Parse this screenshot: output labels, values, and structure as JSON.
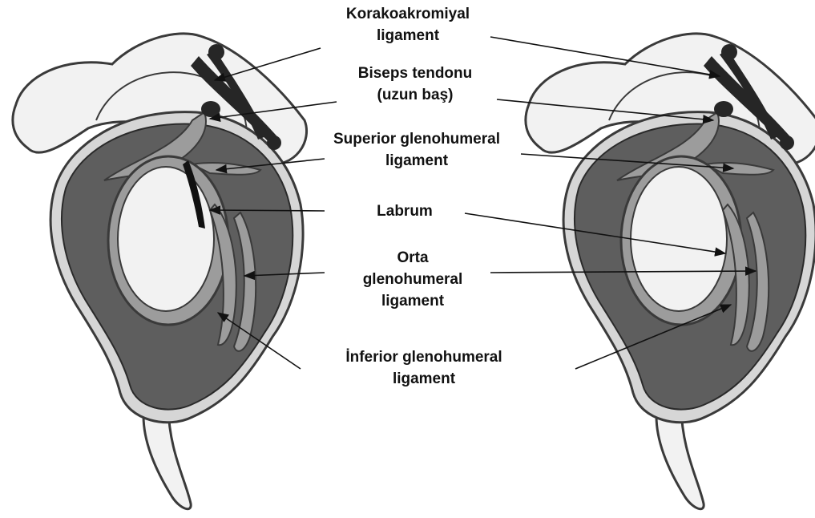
{
  "colors": {
    "background": "#ffffff",
    "outline": "#3a3a3a",
    "bone": "#f2f2f2",
    "capsule": "#5e5e5e",
    "cartilage": "#9c9c9c",
    "ligament_dark": "#262626",
    "text": "#111111"
  },
  "labels": [
    {
      "id": "korakoakromiyal",
      "lines": [
        "Korakoakromiyal",
        "ligament"
      ]
    },
    {
      "id": "biseps",
      "lines": [
        "Biseps tendonu",
        "(uzun baş)"
      ]
    },
    {
      "id": "superior",
      "lines": [
        "Superior glenohumeral",
        "ligament"
      ]
    },
    {
      "id": "labrum",
      "lines": [
        "Labrum"
      ]
    },
    {
      "id": "orta",
      "lines": [
        "Orta",
        "glenohumeral",
        "ligament"
      ]
    },
    {
      "id": "inferior",
      "lines": [
        "İnferior glenohumeral",
        "ligament"
      ]
    }
  ]
}
